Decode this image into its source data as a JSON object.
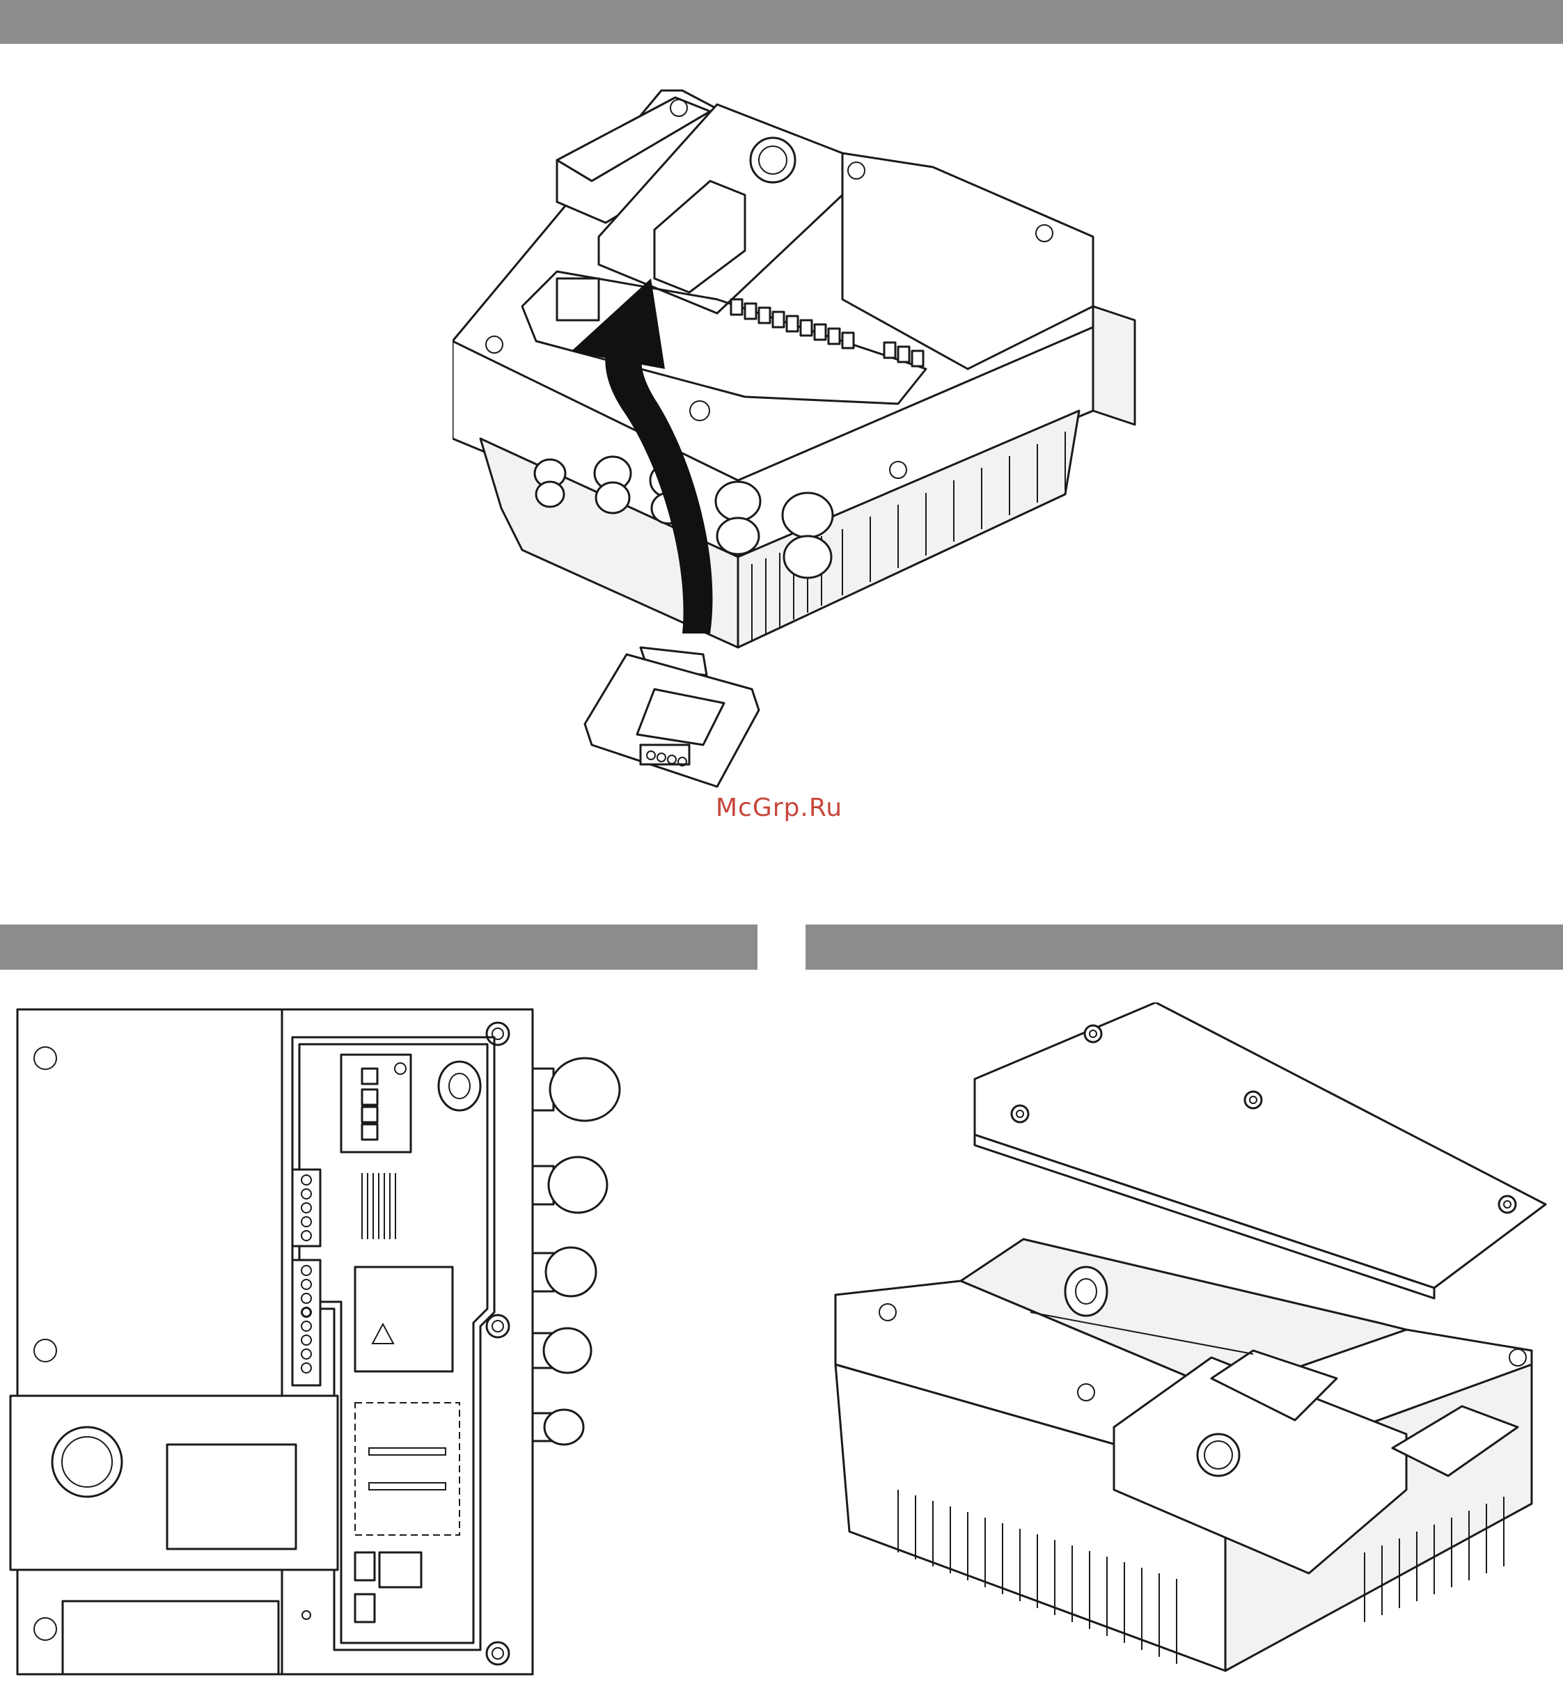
{
  "watermark": "McGrp.Ru",
  "colors": {
    "header_bar": "#8c8c8c",
    "watermark": "#c8453a",
    "line_art": "#1a1a1a"
  },
  "figures": [
    {
      "id": "top",
      "icons": [
        "control-module-icon",
        "insert-arrow-icon",
        "display-module-icon"
      ]
    },
    {
      "id": "bottom-left",
      "icons": [
        "front-view-open-icon"
      ]
    },
    {
      "id": "bottom-right",
      "icons": [
        "lid-removal-icon"
      ]
    }
  ]
}
